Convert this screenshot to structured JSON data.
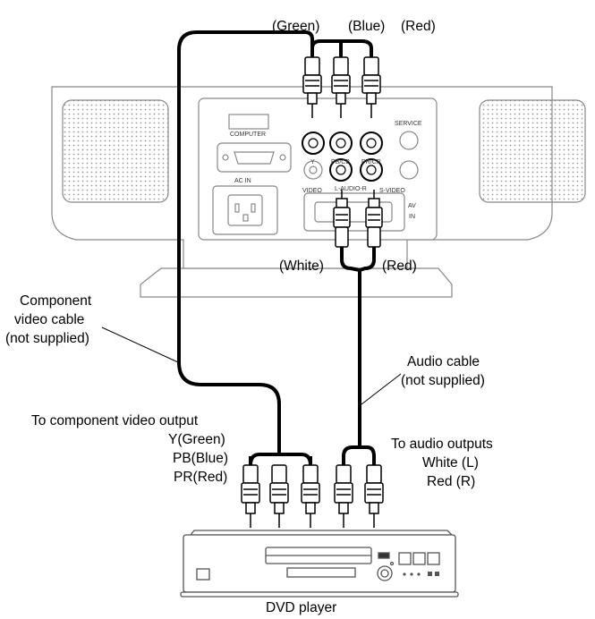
{
  "top_labels": {
    "green": "(Green)",
    "blue": "(Blue)",
    "red": "(Red)"
  },
  "panel_labels": {
    "y": "Y",
    "pb": "PB/CB",
    "pr": "PR/CR",
    "service": "SERVICE",
    "computer": "COMPUTER",
    "ac_in": "AC IN",
    "video": "VIDEO",
    "audio": "L-AUDIO-R",
    "svideo": "S-VIDEO",
    "av": "AV",
    "in": "IN"
  },
  "audio_plug_labels": {
    "white": "(White)",
    "red": "(Red)"
  },
  "component_cable": {
    "line1": "Component",
    "line2": "video cable",
    "line3": "(not supplied)"
  },
  "audio_cable": {
    "line1": "Audio cable",
    "line2": "(not supplied)"
  },
  "component_output": {
    "line1": "To component video output",
    "line2": "Y(Green)",
    "line3": "PB(Blue)",
    "line4": "PR(Red)"
  },
  "audio_output": {
    "line1": "To audio outputs",
    "line2": "White (L)",
    "line3": "Red (R)"
  },
  "device": {
    "name": "DVD player"
  },
  "colors": {
    "line": "#000000",
    "device_outline": "#555555",
    "fill": "#ffffff"
  }
}
